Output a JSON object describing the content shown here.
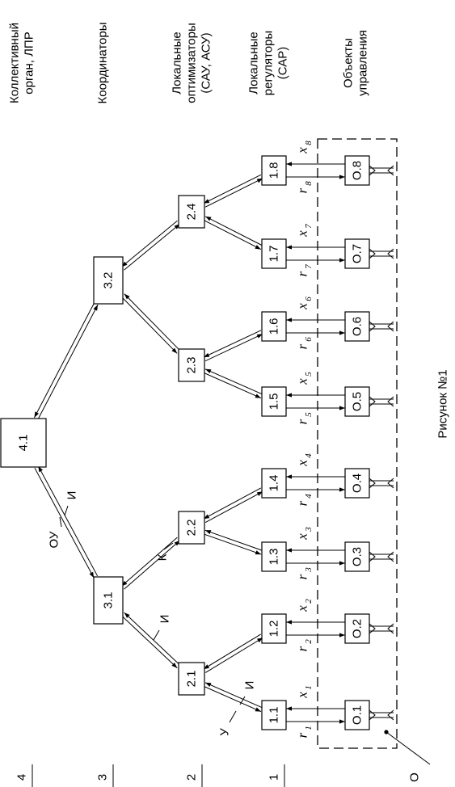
{
  "headers": {
    "col4": [
      "Коллективный",
      "орган, ЛПР"
    ],
    "col3": [
      "Координаторы"
    ],
    "col2": [
      "Локальные",
      "оптимизаторы",
      "(САУ, АСУ)"
    ],
    "col1": [
      "Локальные",
      "регуляторы",
      "(САР)"
    ],
    "col0": [
      "Объекты",
      "управления"
    ]
  },
  "levels": [
    "4",
    "3",
    "2",
    "1",
    "О"
  ],
  "nodes": {
    "top": "4.1",
    "coord": [
      "3.1",
      "3.2"
    ],
    "opt": [
      "2.1",
      "2.2",
      "2.3",
      "2.4"
    ],
    "reg": [
      "1.1",
      "1.2",
      "1.3",
      "1.4",
      "1.5",
      "1.6",
      "1.7",
      "1.8"
    ],
    "obj": [
      "О.1",
      "О.2",
      "О.3",
      "О.4",
      "О.5",
      "О.6",
      "О.7",
      "О.8"
    ]
  },
  "signals": {
    "r": "r",
    "x": "x",
    "subs": [
      "1",
      "2",
      "3",
      "4",
      "5",
      "6",
      "7",
      "8"
    ]
  },
  "link_labels": {
    "ou": "ОУ",
    "i": "И",
    "k": "К",
    "u": "У"
  },
  "caption": "Рисунок №1"
}
